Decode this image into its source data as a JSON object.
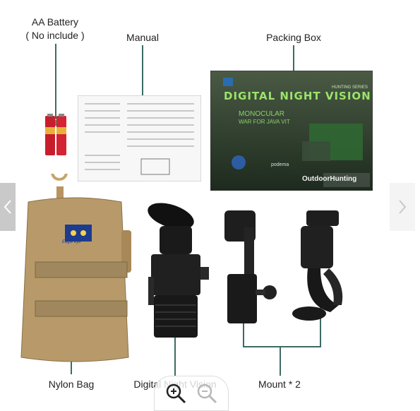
{
  "labels": {
    "battery_line1": "AA Battery",
    "battery_line2": "( No include )",
    "manual": "Manual",
    "packing_box": "Packing Box",
    "nylon_bag": "Nylon Bag",
    "digital_night_vision": "Digital Night Vision",
    "mount": "Mount * 2"
  },
  "package_box": {
    "series": "HUNTING SERIES",
    "title": "DIGITAL NIGHT VISION",
    "subtitle_line1": "MONOCULAR",
    "subtitle_line2": "WAR FOR JAVA VIT",
    "brand": "OutdoorHunting",
    "center_mark": "podema"
  },
  "bag": {
    "logo_text": "Eagle eye"
  },
  "navigation": {
    "prev_icon": "chevron-left-icon",
    "next_icon": "chevron-right-icon"
  },
  "zoom": {
    "in_icon": "zoom-in-icon",
    "out_icon": "zoom-out-icon"
  },
  "colors": {
    "callout": "#3c6b62",
    "box_bg": "#2e3a2c",
    "box_title": "#9be36a",
    "bag": "#b89a6a"
  }
}
